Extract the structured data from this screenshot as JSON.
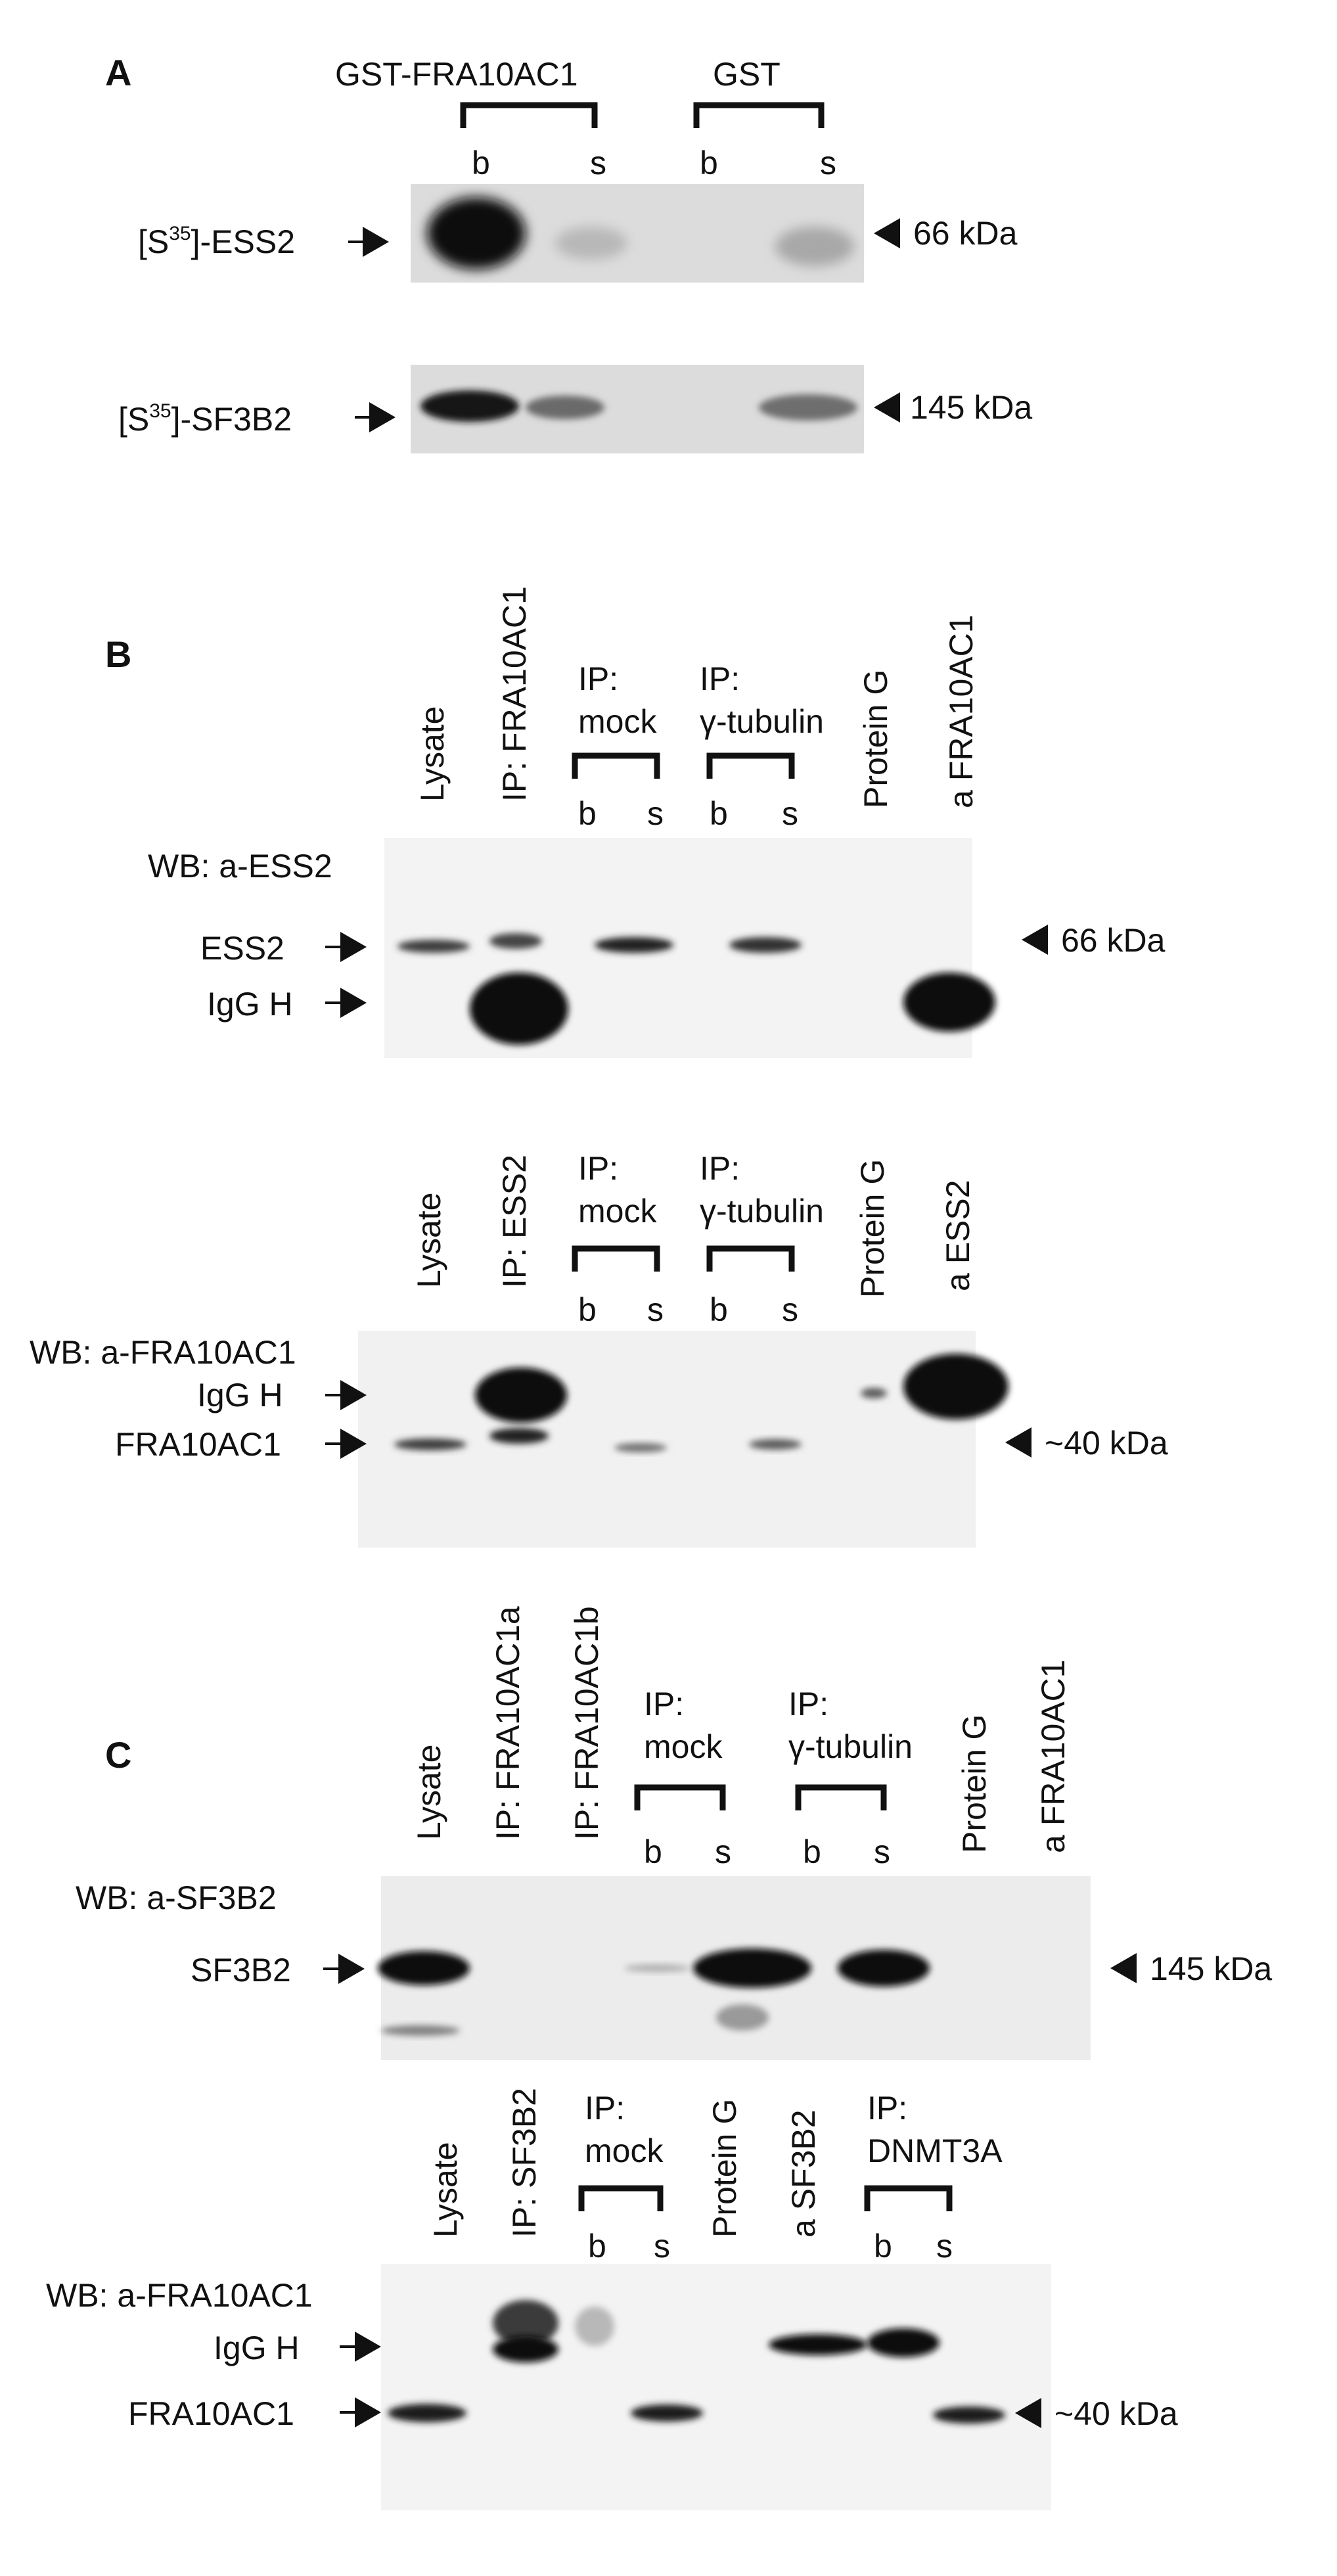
{
  "panelA": {
    "label": "A",
    "groups": [
      {
        "name": "GST-FRA10AC1",
        "lanes": [
          "b",
          "s"
        ]
      },
      {
        "name": "GST",
        "lanes": [
          "b",
          "s"
        ]
      }
    ],
    "blots": [
      {
        "left_label_prefix": "[S",
        "superscript": "35",
        "left_label_suffix": "]-ESS2",
        "size": "66 kDa"
      },
      {
        "left_label_prefix": "[S",
        "superscript": "35",
        "left_label_suffix": "]-SF3B2",
        "size": "145 kDa"
      }
    ]
  },
  "panelB": {
    "label": "B",
    "blot1": {
      "lanes": [
        "Lysate",
        "IP: FRA10AC1",
        "b",
        "s",
        "b",
        "s",
        "Protein G",
        "a FRA10AC1"
      ],
      "ip_groups": [
        {
          "line1": "IP:",
          "line2": "mock"
        },
        {
          "line1": "IP:",
          "line2": "γ-tubulin"
        }
      ],
      "wb": "WB: a-ESS2",
      "bands": [
        "ESS2",
        "IgG H"
      ],
      "size": "66 kDa"
    },
    "blot2": {
      "lanes": [
        "Lysate",
        "IP: ESS2",
        "b",
        "s",
        "b",
        "s",
        "Protein G",
        "a ESS2"
      ],
      "ip_groups": [
        {
          "line1": "IP:",
          "line2": "mock"
        },
        {
          "line1": "IP:",
          "line2": "γ-tubulin"
        }
      ],
      "wb": "WB: a-FRA10AC1",
      "bands": [
        "IgG H",
        "FRA10AC1"
      ],
      "size": "~40 kDa"
    }
  },
  "panelC": {
    "label": "C",
    "blot1": {
      "lanes": [
        "Lysate",
        "IP: FRA10AC1a",
        "IP: FRA10AC1b",
        "b",
        "s",
        "b",
        "s",
        "Protein G",
        "a FRA10AC1"
      ],
      "ip_groups": [
        {
          "line1": "IP:",
          "line2": "mock"
        },
        {
          "line1": "IP:",
          "line2": "γ-tubulin"
        }
      ],
      "wb": "WB: a-SF3B2",
      "bands": [
        "SF3B2"
      ],
      "size": "145 kDa"
    },
    "blot2": {
      "lanes": [
        "Lysate",
        "IP: SF3B2",
        "b",
        "s",
        "Protein G",
        "a SF3B2",
        "b",
        "s"
      ],
      "ip_groups": [
        {
          "line1": "IP:",
          "line2": "mock"
        },
        {
          "line1": "IP:",
          "line2": "DNMT3A"
        }
      ],
      "wb": "WB: a-FRA10AC1",
      "bands": [
        "IgG H",
        "FRA10AC1"
      ],
      "size": "~40 kDa"
    }
  }
}
